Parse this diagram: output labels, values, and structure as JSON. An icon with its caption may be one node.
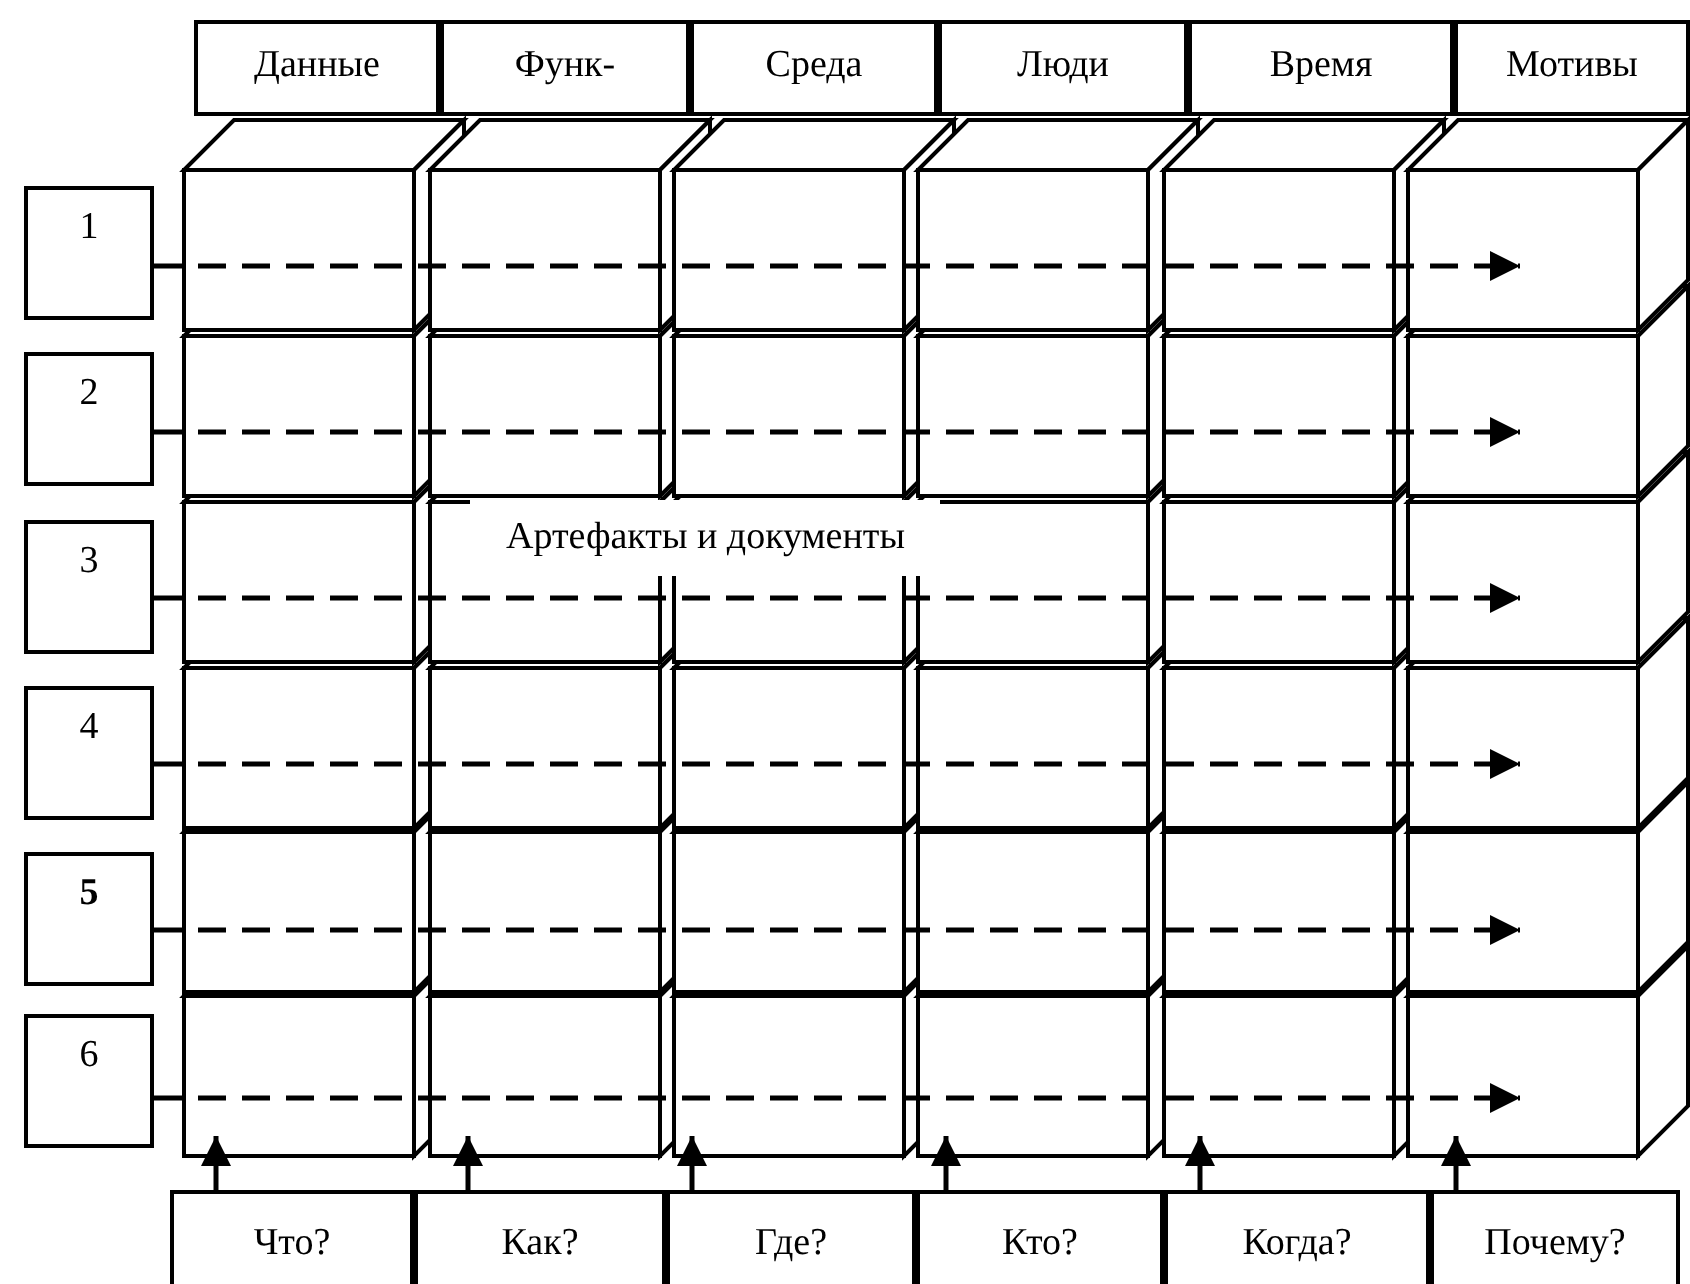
{
  "diagram": {
    "nodes": [
      {
        "text": [
          "Данные"
        ]
      },
      {
        "text": [
          "Функ-"
        ]
      },
      {
        "text": [
          "Среда"
        ]
      },
      {
        "text": [
          "Люди"
        ]
      },
      {
        "text": [
          "Время"
        ]
      },
      {
        "text": [
          "Мотивы"
        ]
      },
      {
        "text": [
          "1"
        ]
      },
      {
        "text": [
          "2"
        ]
      },
      {
        "text": [
          "3"
        ]
      },
      {
        "text": [
          "4"
        ]
      },
      {
        "text": [
          "5"
        ]
      },
      {
        "text": [
          "6"
        ]
      },
      {
        "text": [
          "Что?"
        ]
      },
      {
        "text": [
          "Как?"
        ]
      },
      {
        "text": [
          "Где?"
        ]
      },
      {
        "text": [
          "Кто?"
        ]
      },
      {
        "text": [
          "Когда?"
        ]
      },
      {
        "text": [
          "Почему?"
        ]
      }
    ],
    "edges": [
      {
        "from": 6,
        "to": null,
        "arrow": "to",
        "style": "dashed"
      },
      {
        "from": 7,
        "to": null,
        "arrow": "to",
        "style": "dashed"
      },
      {
        "from": 8,
        "to": null,
        "arrow": "to",
        "style": "dashed"
      },
      {
        "from": 9,
        "to": null,
        "arrow": "to",
        "style": "dashed"
      },
      {
        "from": 10,
        "to": null,
        "arrow": "to",
        "style": "dashed"
      },
      {
        "from": 11,
        "to": null,
        "arrow": "to",
        "style": "dashed"
      },
      {
        "from": 12,
        "to": null,
        "arrow": "to"
      },
      {
        "from": 13,
        "to": null,
        "arrow": "to"
      },
      {
        "from": 14,
        "to": null,
        "arrow": "to"
      },
      {
        "from": 15,
        "to": null,
        "arrow": "to"
      },
      {
        "from": 16,
        "to": null,
        "arrow": "to"
      },
      {
        "from": 17,
        "to": null,
        "arrow": "to"
      }
    ],
    "labels": [
      "Артефакты и документы"
    ]
  }
}
